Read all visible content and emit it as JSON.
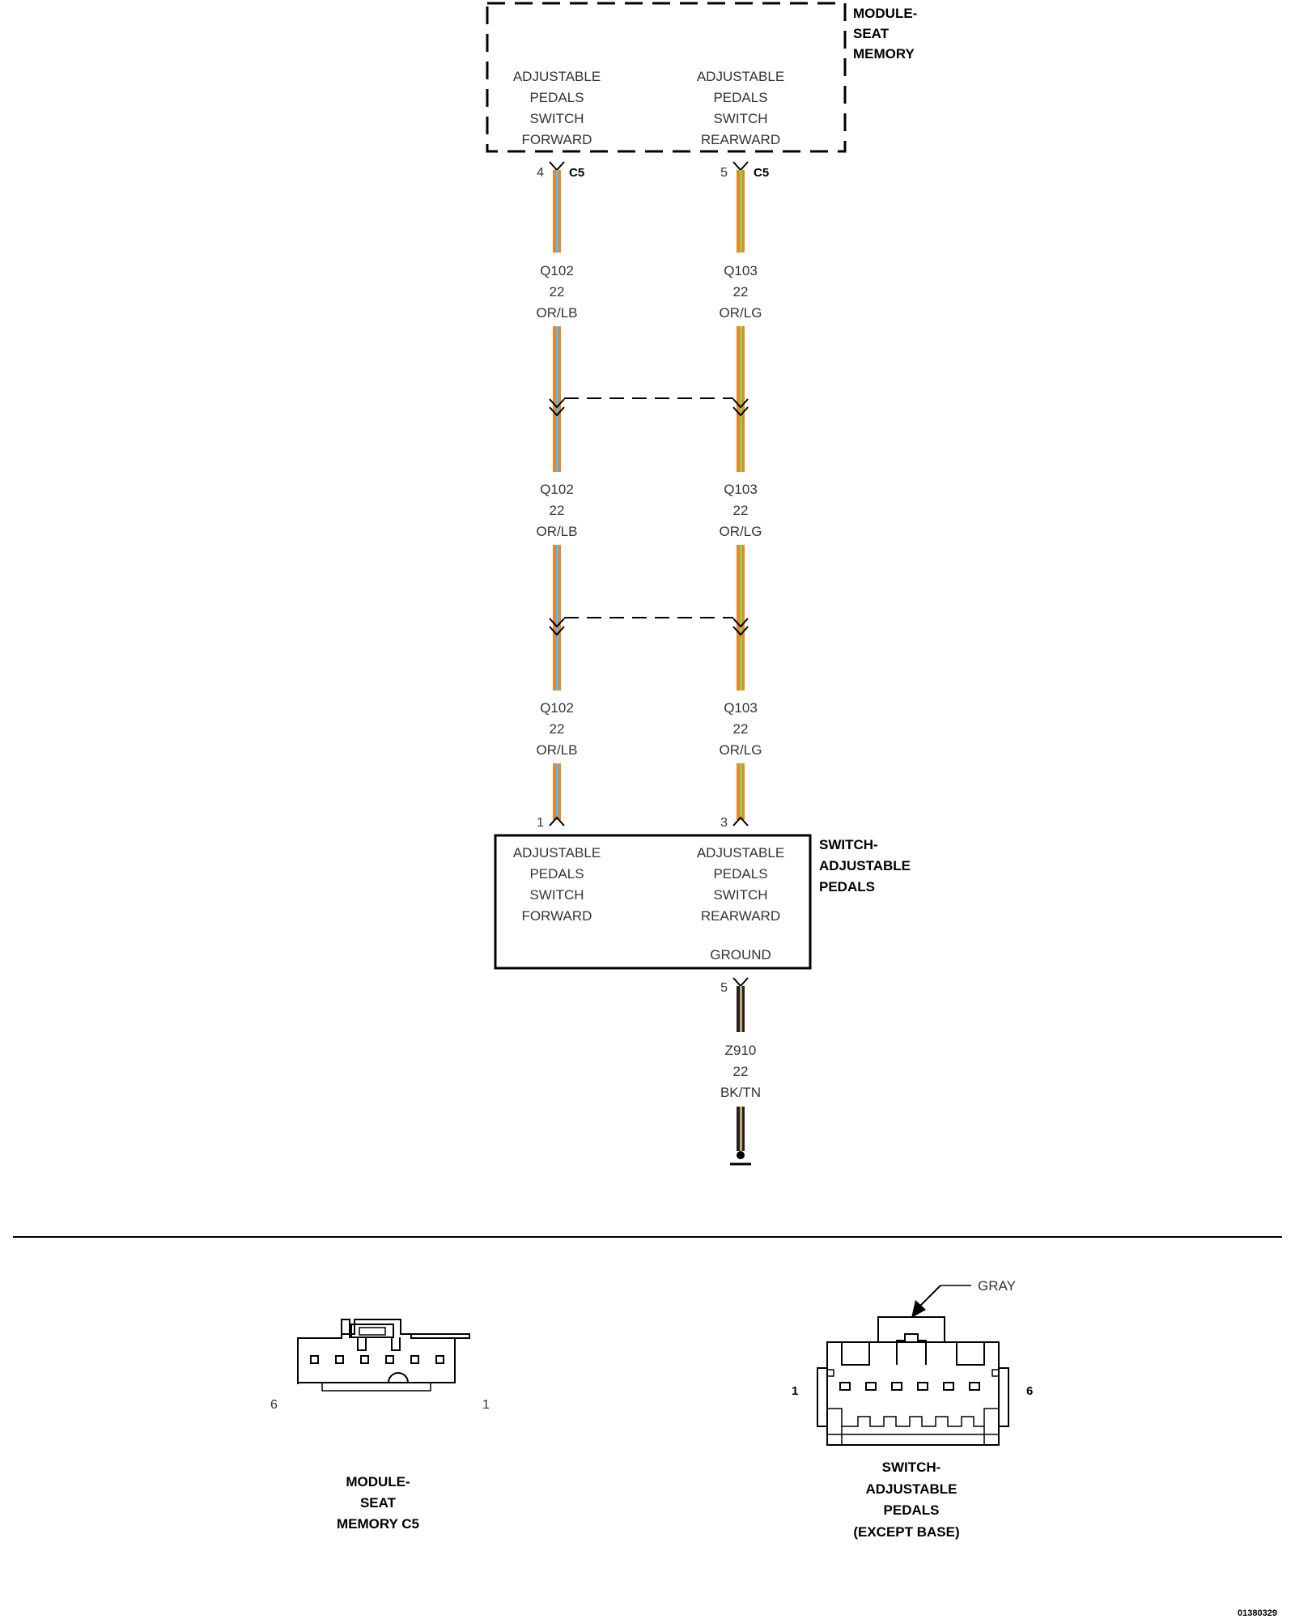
{
  "module_top": {
    "title": [
      "MODULE-",
      "SEAT",
      "MEMORY"
    ],
    "left_func": [
      "ADJUSTABLE",
      "PEDALS",
      "SWITCH",
      "FORWARD"
    ],
    "right_func": [
      "ADJUSTABLE",
      "PEDALS",
      "SWITCH",
      "REARWARD"
    ],
    "left_pin": "4",
    "right_pin": "5",
    "connector": "C5"
  },
  "wires": {
    "left": {
      "circuit": "Q102",
      "gauge": "22",
      "color": "OR/LB"
    },
    "right": {
      "circuit": "Q103",
      "gauge": "22",
      "color": "OR/LG"
    },
    "ground": {
      "circuit": "Z910",
      "gauge": "22",
      "color": "BK/TN"
    }
  },
  "switch": {
    "title": [
      "SWITCH-",
      "ADJUSTABLE",
      "PEDALS"
    ],
    "left_func": [
      "ADJUSTABLE",
      "PEDALS",
      "SWITCH",
      "FORWARD"
    ],
    "right_func": [
      "ADJUSTABLE",
      "PEDALS",
      "SWITCH",
      "REARWARD"
    ],
    "ground_label": "GROUND",
    "left_pin": "1",
    "right_pin": "3",
    "ground_pin": "5"
  },
  "connector_views": {
    "module": {
      "label": [
        "MODULE-",
        "SEAT",
        "MEMORY C5"
      ],
      "pin_left": "6",
      "pin_right": "1"
    },
    "switch": {
      "label": [
        "SWITCH-",
        "ADJUSTABLE",
        "PEDALS",
        "(EXCEPT BASE)"
      ],
      "pin_left": "1",
      "pin_right": "6",
      "callout": "GRAY"
    }
  },
  "doc_id": "01380329",
  "colors": {
    "orange": "#e8862a",
    "light_blue": "#5fb8e8",
    "light_green": "#8ed04a",
    "black": "#222222",
    "tan": "#c8a878"
  }
}
